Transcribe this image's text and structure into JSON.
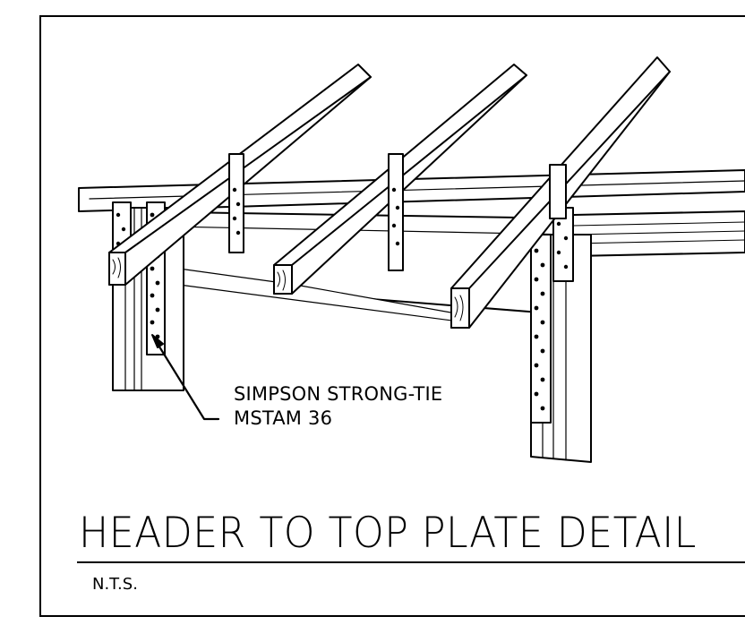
{
  "callout": {
    "line1": "SIMPSON STRONG-TIE",
    "line2": "MSTAM 36"
  },
  "title": "HEADER TO TOP PLATE DETAIL",
  "scale_note": "N.T.S."
}
